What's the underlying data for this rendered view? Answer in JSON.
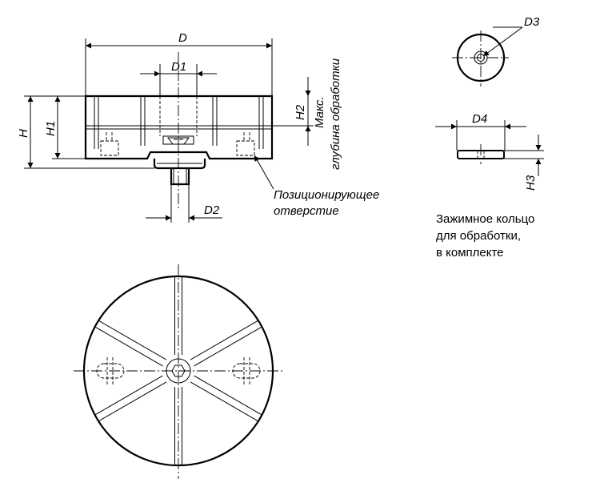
{
  "labels": {
    "D": "D",
    "D1": "D1",
    "D2": "D2",
    "D3": "D3",
    "D4": "D4",
    "H": "H",
    "H1": "H1",
    "H2": "H2",
    "H3": "H3"
  },
  "notes": {
    "max_depth_line1": "Макс.",
    "max_depth_line2": "глубина обработки",
    "positioning_hole_line1": "Позиционирующее",
    "positioning_hole_line2": "отверстие",
    "clamping_ring_line1": "Зажимное кольцо",
    "clamping_ring_line2": "для обработки,",
    "clamping_ring_line3": "в комплекте"
  }
}
